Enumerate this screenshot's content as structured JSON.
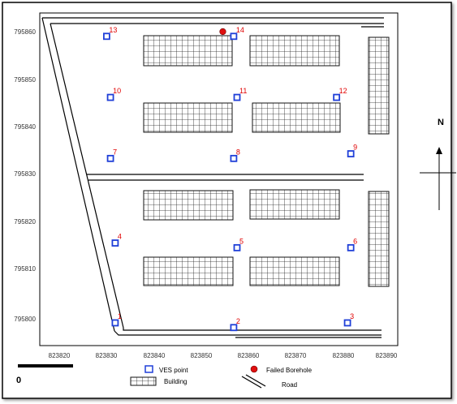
{
  "map": {
    "x_ticks": [
      "823820",
      "823830",
      "823840",
      "823850",
      "823860",
      "823870",
      "823880",
      "823890"
    ],
    "y_ticks": [
      "795860",
      "795850",
      "795840",
      "795830",
      "795820",
      "795810",
      "795800"
    ],
    "north_label": "N",
    "scale_label": "0"
  },
  "legend": {
    "ves_label": "VES point",
    "borehole_label": "Failed Borehole",
    "building_label": "Building",
    "road_label": "Road"
  },
  "colors": {
    "ves": "#1f3fd8",
    "borehole": "#e01010",
    "label": "#e00000",
    "road": "#000000"
  },
  "ves_points": [
    {
      "id": "13",
      "x": 823830.0,
      "y": 795859.0
    },
    {
      "id": "14",
      "x": 823856.8,
      "y": 795859.0
    },
    {
      "id": "10",
      "x": 823830.8,
      "y": 795846.0
    },
    {
      "id": "11",
      "x": 823857.5,
      "y": 795846.0
    },
    {
      "id": "12",
      "x": 823878.5,
      "y": 795846.0
    },
    {
      "id": "7",
      "x": 823830.8,
      "y": 795833.0
    },
    {
      "id": "8",
      "x": 823856.8,
      "y": 795833.0
    },
    {
      "id": "9",
      "x": 823881.5,
      "y": 795834.0
    },
    {
      "id": "4",
      "x": 823831.8,
      "y": 795815.0
    },
    {
      "id": "5",
      "x": 823857.5,
      "y": 795814.0
    },
    {
      "id": "6",
      "x": 823881.5,
      "y": 795814.0
    },
    {
      "id": "1",
      "x": 823831.8,
      "y": 795798.0
    },
    {
      "id": "2",
      "x": 823856.8,
      "y": 795797.0
    },
    {
      "id": "3",
      "x": 823880.8,
      "y": 795798.0
    }
  ],
  "failed_boreholes": [
    {
      "x": 823854.5,
      "y": 795860.0
    }
  ]
}
